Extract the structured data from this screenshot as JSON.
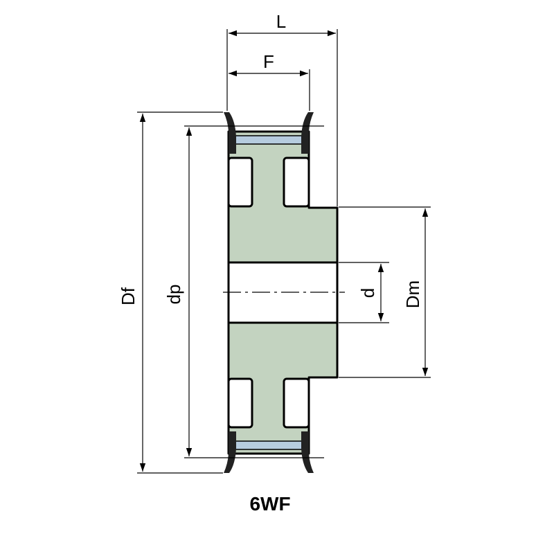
{
  "labels": {
    "L": "L",
    "F": "F",
    "Df": "Df",
    "dp": "dp",
    "d": "d",
    "Dm": "Dm"
  },
  "caption": "6WF",
  "colors": {
    "body": "#c3d3c0",
    "belt": "#b6ccdf",
    "flange": "#222222",
    "line": "#000000"
  }
}
